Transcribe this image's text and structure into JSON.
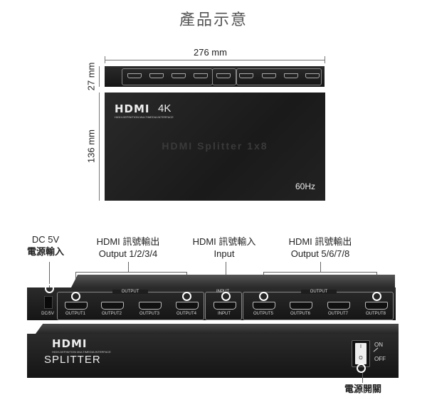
{
  "title": "產品示意",
  "dimensions": {
    "width": "276 mm",
    "height": "27 mm",
    "depth": "136 mm"
  },
  "top_view": {
    "logo": "HDMI",
    "logo_sub": "HIGH-DEFINITION MULTIMEDIA INTERFACE",
    "badge": "4K",
    "center_text": "HDMI Splitter 1x8",
    "refresh": "60Hz"
  },
  "callouts": {
    "dc": {
      "line1": "DC 5V",
      "line2": "電源輸入"
    },
    "out_a": {
      "line1": "HDMI 訊號輸出",
      "line2": "Output 1/2/3/4"
    },
    "input": {
      "line1": "HDMI 訊號輸入",
      "line2": "Input"
    },
    "out_b": {
      "line1": "HDMI 訊號輸出",
      "line2": "Output 5/6/7/8"
    },
    "power_switch": "電源開關"
  },
  "rear_panel": {
    "dc_label": "DC/5V",
    "group_output": "OUTPUT",
    "group_input": "INPUT",
    "ports": [
      "OUTPUT1",
      "OUTPUT2",
      "OUTPUT3",
      "OUTPUT4",
      "INPUT",
      "OUTPUT5",
      "OUTPUT6",
      "OUTPUT7",
      "OUTPUT8"
    ]
  },
  "front_panel": {
    "logo": "HDMI",
    "logo_sub": "HIGH-DEFINITION MULTIMEDIA INTERFACE",
    "name": "SPLITTER",
    "switch_on": "ON",
    "switch_off": "OFF",
    "switch_i": "I",
    "switch_o": "O"
  }
}
